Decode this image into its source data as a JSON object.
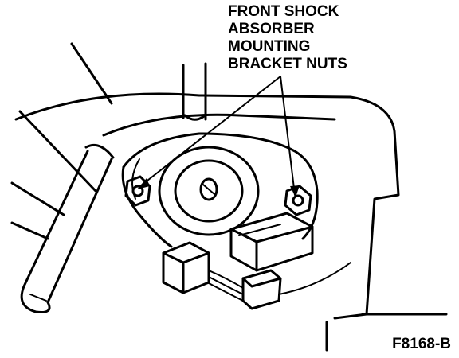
{
  "callout": {
    "lines": [
      "FRONT SHOCK",
      "ABSORBER",
      "MOUNTING",
      "BRACKET NUTS"
    ]
  },
  "figure_id": "F8168-B",
  "colors": {
    "ink": "#000000",
    "paper": "#ffffff"
  }
}
